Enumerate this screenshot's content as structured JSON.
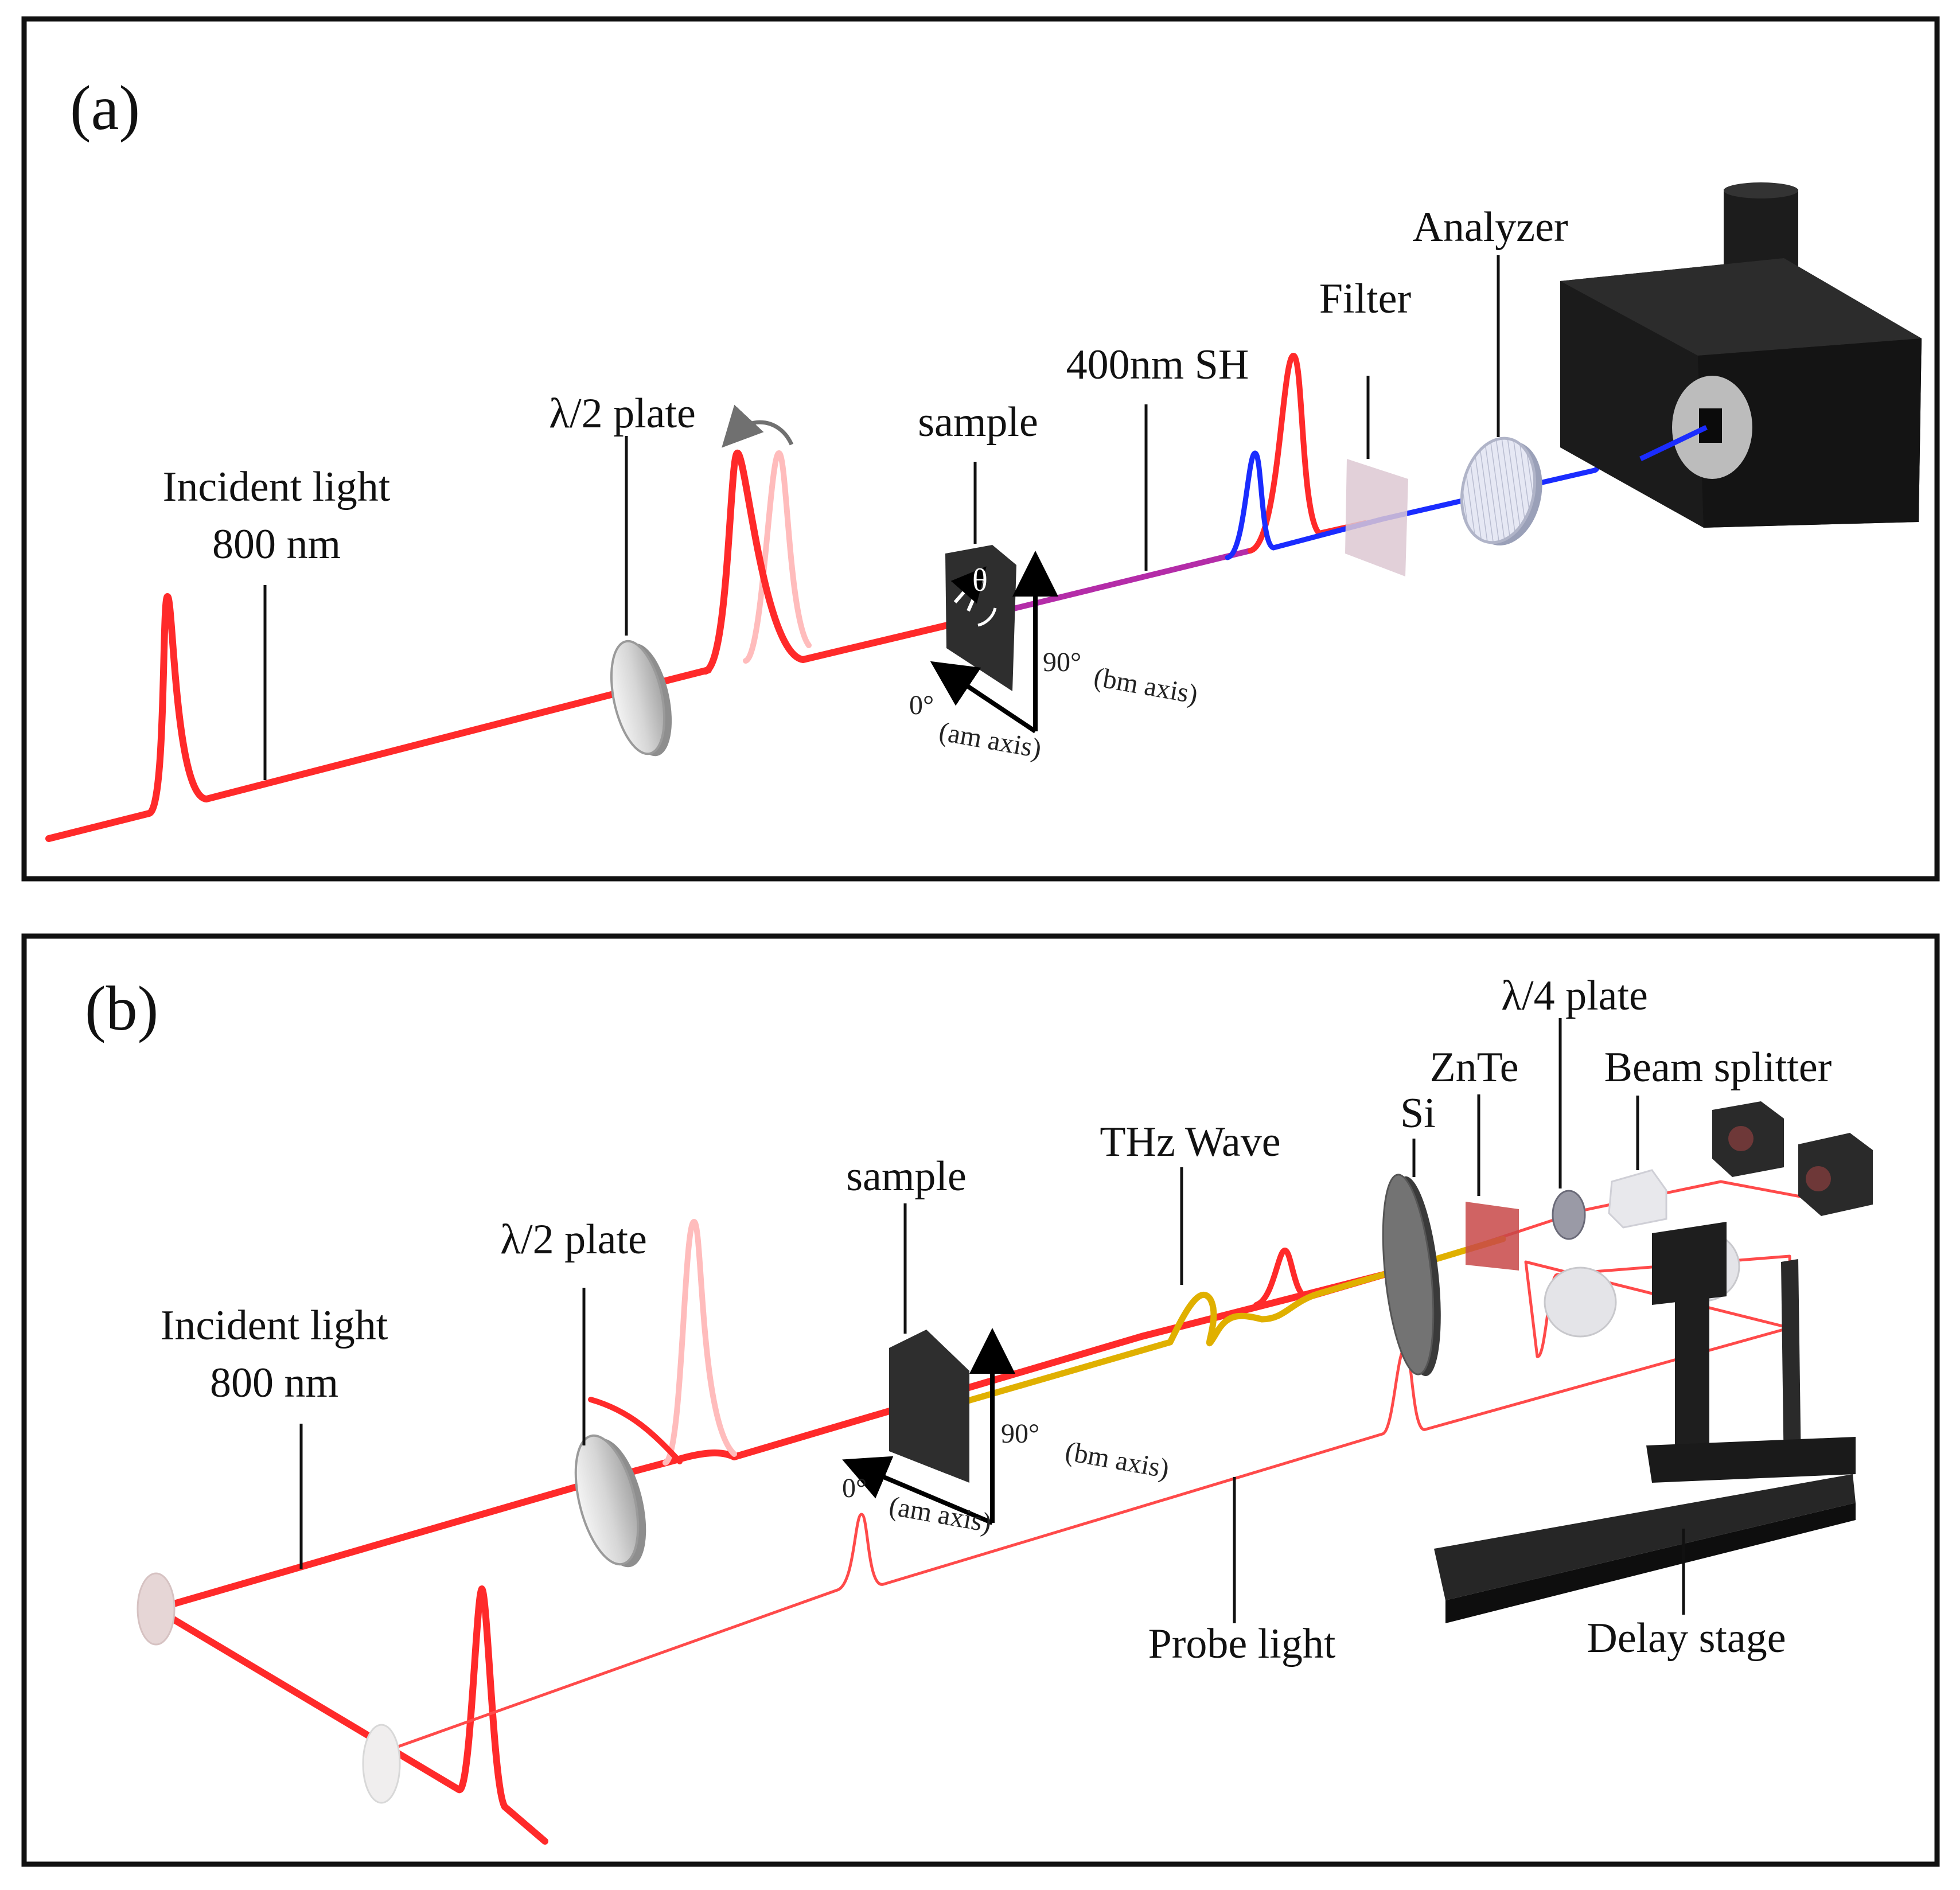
{
  "panel_a": {
    "panel_label": "(a)",
    "incident_line1": "Incident light",
    "incident_line2": "800 nm",
    "half_wave_plate": "λ/2 plate",
    "sample": "sample",
    "theta": "θ",
    "sh_label": "400nm SH",
    "filter": "Filter",
    "analyzer": "Analyzer",
    "angle_90": "90°",
    "angle_0": "0°",
    "b_axis": "(bm axis)",
    "a_axis": "(am axis)"
  },
  "panel_b": {
    "panel_label": "(b)",
    "incident_line1": "Incident light",
    "incident_line2": "800 nm",
    "half_wave_plate": "λ/2 plate",
    "sample": "sample",
    "thz_wave": "THz Wave",
    "si": "Si",
    "znte": "ZnTe",
    "quarter_wave_plate": "λ/4 plate",
    "beam_splitter": "Beam splitter",
    "probe_light": "Probe light",
    "delay_stage": "Delay stage",
    "angle_90": "90°",
    "angle_0": "0°",
    "b_axis": "(bm axis)",
    "a_axis": "(am axis)"
  },
  "colors": {
    "beam_red": "#ff2a2a",
    "label_red": "#f0154b",
    "sh_blue": "#1a2cff",
    "thz_orange": "#f07a22",
    "thz_yellow": "#e0b000",
    "frame": "#111111"
  }
}
